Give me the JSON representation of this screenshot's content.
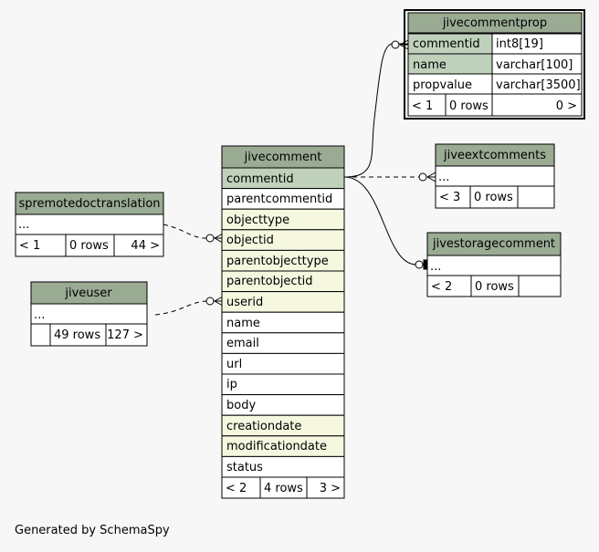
{
  "footer": "Generated by SchemaSpy",
  "colors": {
    "header": "#9aab94",
    "key": "#bfd1bb",
    "indexed": "#f5f7df",
    "plain": "#ffffff",
    "border": "#000000",
    "background": "#f7f7f7"
  },
  "tables": {
    "jivecommentprop": {
      "name": "jivecommentprop",
      "columns": [
        {
          "name": "commentid",
          "type": "int8[19]"
        },
        {
          "name": "name",
          "type": "varchar[100]"
        },
        {
          "name": "propvalue",
          "type": "varchar[3500]"
        }
      ],
      "footer": {
        "parents": "< 1",
        "rows": "0 rows",
        "children": "0 >"
      }
    },
    "jiveextcomments": {
      "name": "jiveextcomments",
      "columns": [
        {
          "name": "..."
        }
      ],
      "footer": {
        "parents": "< 3",
        "rows": "0 rows",
        "children": ""
      }
    },
    "jivestoragecomment": {
      "name": "jivestoragecomment",
      "columns": [
        {
          "name": "..."
        }
      ],
      "footer": {
        "parents": "< 2",
        "rows": "0 rows",
        "children": ""
      }
    },
    "spremotedoctranslation": {
      "name": "spremotedoctranslation",
      "columns": [
        {
          "name": "..."
        }
      ],
      "footer": {
        "parents": "< 1",
        "rows": "0 rows",
        "children": "44 >"
      }
    },
    "jiveuser": {
      "name": "jiveuser",
      "columns": [
        {
          "name": "..."
        }
      ],
      "footer": {
        "parents": "",
        "rows": "49 rows",
        "children": "127 >"
      }
    },
    "jivecomment": {
      "name": "jivecomment",
      "columns": [
        {
          "name": "commentid"
        },
        {
          "name": "parentcommentid"
        },
        {
          "name": "objecttype"
        },
        {
          "name": "objectid"
        },
        {
          "name": "parentobjecttype"
        },
        {
          "name": "parentobjectid"
        },
        {
          "name": "userid"
        },
        {
          "name": "name"
        },
        {
          "name": "email"
        },
        {
          "name": "url"
        },
        {
          "name": "ip"
        },
        {
          "name": "body"
        },
        {
          "name": "creationdate"
        },
        {
          "name": "modificationdate"
        },
        {
          "name": "status"
        }
      ],
      "footer": {
        "parents": "< 2",
        "rows": "4 rows",
        "children": "3 >"
      }
    }
  }
}
